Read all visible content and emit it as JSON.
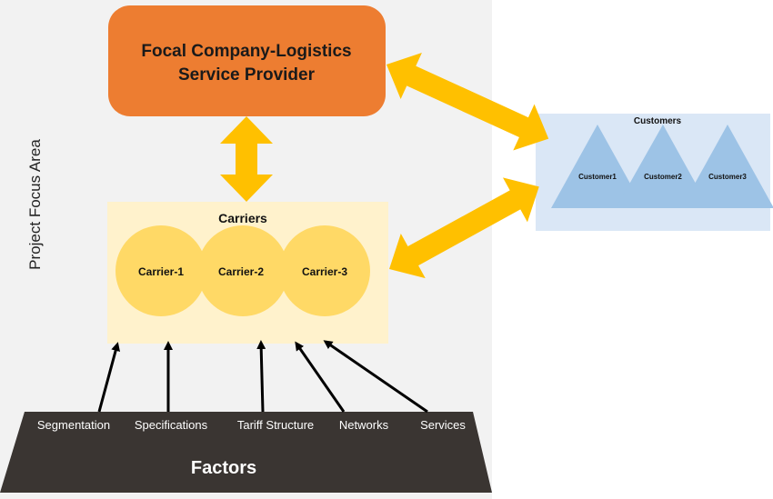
{
  "focus_area": {
    "label": "Project Focus Area",
    "color": "#F2F2F2"
  },
  "provider": {
    "line1": "Focal Company-Logistics",
    "line2": "Service Provider",
    "color": "#ED7D31"
  },
  "carriers": {
    "title": "Carriers",
    "box_color": "#FFF2CC",
    "circle_color": "#FFD966",
    "items": [
      {
        "label": "Carrier-1"
      },
      {
        "label": "Carrier-2"
      },
      {
        "label": "Carrier-3"
      }
    ]
  },
  "customers": {
    "title": "Customers",
    "box_color": "#DAE7F6",
    "triangle_color": "#9DC3E6",
    "items": [
      {
        "label": "Customer1"
      },
      {
        "label": "Customer2"
      },
      {
        "label": "Customer3"
      }
    ]
  },
  "factors": {
    "title": "Factors",
    "color": "#3A3532",
    "items": [
      {
        "label": "Segmentation"
      },
      {
        "label": "Specifications"
      },
      {
        "label": "Tariff Structure"
      },
      {
        "label": "Networks"
      },
      {
        "label": "Services"
      }
    ]
  },
  "arrow_color": "#FFC000"
}
